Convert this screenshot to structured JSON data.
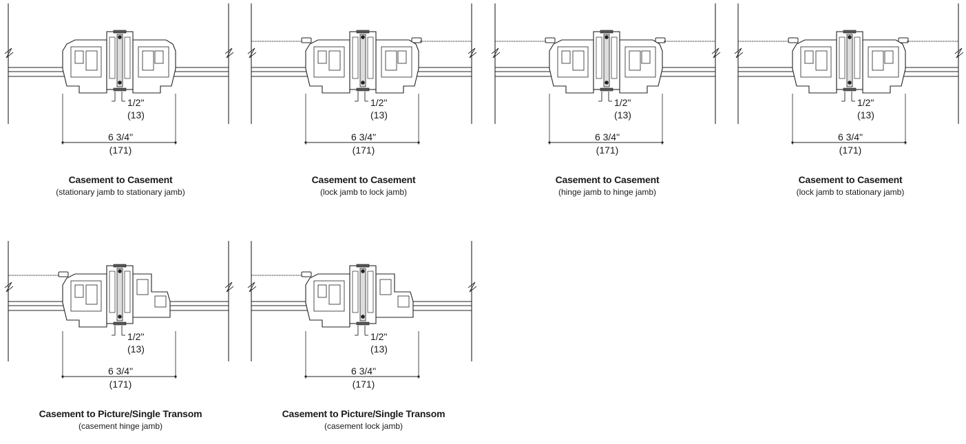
{
  "details": [
    {
      "title": "Casement to Casement",
      "subtitle": "(stationary jamb to stationary jamb)",
      "variant": "cc-stationary",
      "gap_in": "1/2\"",
      "gap_mm": "(13)",
      "width_in": "6 3/4\"",
      "width_mm": "(171)"
    },
    {
      "title": "Casement to Casement",
      "subtitle": "(lock jamb to lock jamb)",
      "variant": "cc-lock",
      "gap_in": "1/2\"",
      "gap_mm": "(13)",
      "width_in": "6 3/4\"",
      "width_mm": "(171)"
    },
    {
      "title": "Casement to Casement",
      "subtitle": "(hinge jamb to hinge jamb)",
      "variant": "cc-hinge",
      "gap_in": "1/2\"",
      "gap_mm": "(13)",
      "width_in": "6 3/4\"",
      "width_mm": "(171)"
    },
    {
      "title": "Casement to Casement",
      "subtitle": "(lock jamb to stationary jamb)",
      "variant": "cc-lock-stationary",
      "gap_in": "1/2\"",
      "gap_mm": "(13)",
      "width_in": "6 3/4\"",
      "width_mm": "(171)"
    },
    {
      "title": "Casement to Picture/Single Transom",
      "subtitle": "(casement hinge jamb)",
      "variant": "cp-hinge",
      "gap_in": "1/2\"",
      "gap_mm": "(13)",
      "width_in": "6 3/4\"",
      "width_mm": "(171)"
    },
    {
      "title": "Casement to Picture/Single Transom",
      "subtitle": "(casement lock jamb)",
      "variant": "cp-lock",
      "gap_in": "1/2\"",
      "gap_mm": "(13)",
      "width_in": "6 3/4\"",
      "width_mm": "(171)"
    }
  ]
}
